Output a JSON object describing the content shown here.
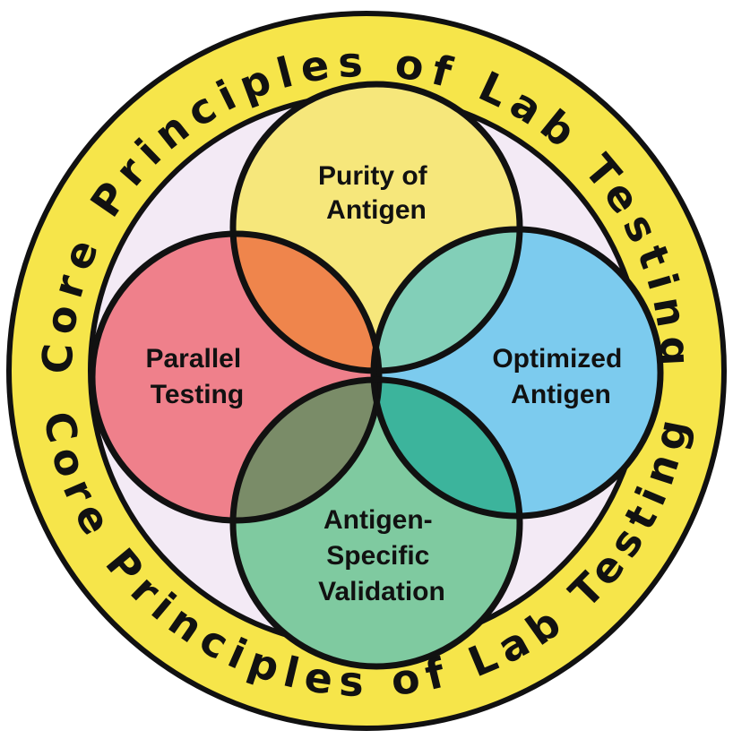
{
  "ring": {
    "top_text": "Core Principles of Lab Testing",
    "bottom_text": "Core Principles of Lab Testing",
    "ring_color": "#f6e54a",
    "inner_fill": "#f3eaf5",
    "outline_color": "#111111"
  },
  "petals": [
    {
      "id": "top",
      "line1": "Purity of",
      "line2": "Antigen",
      "color": "#f6e77b"
    },
    {
      "id": "left",
      "line1": "Parallel",
      "line2": "Testing",
      "color": "#ef808b"
    },
    {
      "id": "right",
      "line1": "Optimized",
      "line2": "Antigen",
      "color": "#7ccbee"
    },
    {
      "id": "bottom",
      "line1": "Antigen-",
      "line2": "Specific",
      "line3": "Validation",
      "color": "#7fcaa0"
    }
  ],
  "overlaps": {
    "top_left": "#ef854c",
    "top_right": "#82cfb8",
    "bottom_left": "#7a8c68",
    "bottom_right": "#3cb49c"
  }
}
